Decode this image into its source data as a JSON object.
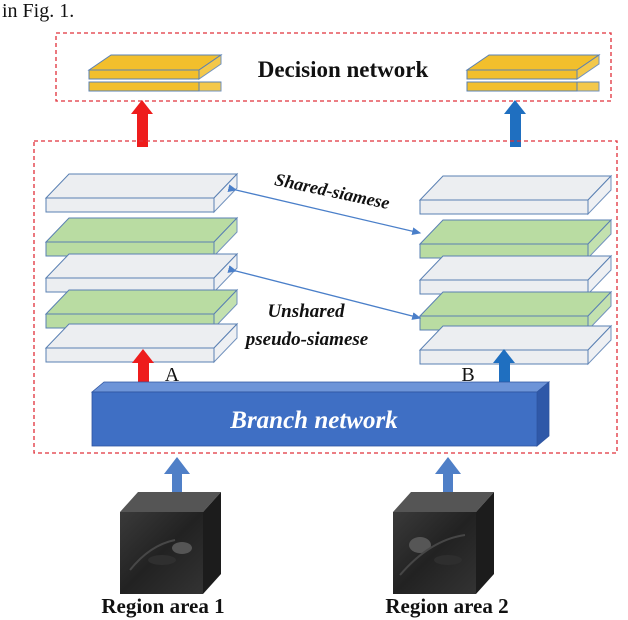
{
  "caption_fragment": "in Fig. 1.",
  "decision": {
    "label": "Decision network"
  },
  "siamese": {
    "shared_label": "Shared-siamese",
    "unshared_label_line1": "Unshared",
    "unshared_label_line2": "pseudo-siamese"
  },
  "branch": {
    "label": "Branch network",
    "left_tag": "A",
    "right_tag": "B"
  },
  "inputs": {
    "left_label": "Region area 1",
    "right_label": "Region area 2"
  },
  "colors": {
    "decision_layer": "#f2bf2c",
    "feature_green": "#b9dca2",
    "feature_white": "#eceef1",
    "layer_edge": "#5a80b3",
    "branch_fill": "#3f6fc4",
    "arrow_red": "#ee1c1c",
    "arrow_blue": "#1f6fc0",
    "input_arrow": "#4f7fc7",
    "dashed_border": "#e0303a",
    "link_line": "#4a7fc9"
  }
}
